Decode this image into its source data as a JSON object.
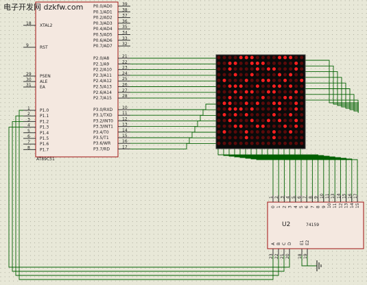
{
  "watermark": "电子开发网 dzkfw.com",
  "mcu": {
    "part": "AT89C51",
    "top_pins": [
      {
        "name": "P0.0/AD0",
        "num": "39"
      },
      {
        "name": "P0.1/AD1",
        "num": "38"
      },
      {
        "name": "P0.2/AD2",
        "num": "37"
      },
      {
        "name": "P0.3/AD3",
        "num": "36"
      },
      {
        "name": "P0.4/AD4",
        "num": "35"
      },
      {
        "name": "P0.5/AD5",
        "num": "34"
      },
      {
        "name": "P0.6/AD6",
        "num": "33"
      },
      {
        "name": "P0.7/AD7",
        "num": "32"
      }
    ],
    "p2_pins": [
      {
        "name": "P2.0/A8",
        "num": "21"
      },
      {
        "name": "P2.1/A9",
        "num": "22"
      },
      {
        "name": "P2.2/A10",
        "num": "23"
      },
      {
        "name": "P2.3/A11",
        "num": "24"
      },
      {
        "name": "P2.4/A12",
        "num": "25"
      },
      {
        "name": "P2.5/A13",
        "num": "26"
      },
      {
        "name": "P2.6/A14",
        "num": "27"
      },
      {
        "name": "P2.7/A15",
        "num": "28"
      }
    ],
    "p3_pins": [
      {
        "name": "P3.0/RXD",
        "num": "10"
      },
      {
        "name": "P3.1/TXD",
        "num": "11"
      },
      {
        "name": "P3.2/INT0",
        "num": "12"
      },
      {
        "name": "P3.3/INT1",
        "num": "13"
      },
      {
        "name": "P3.4/T0",
        "num": "14"
      },
      {
        "name": "P3.5/T1",
        "num": "15"
      },
      {
        "name": "P3.6/WR",
        "num": "16"
      },
      {
        "name": "P3.7/RD",
        "num": "17"
      }
    ],
    "p1_pins": [
      {
        "name": "P1.0",
        "num": "1"
      },
      {
        "name": "P1.1",
        "num": "2"
      },
      {
        "name": "P1.2",
        "num": "3"
      },
      {
        "name": "P1.3",
        "num": "4"
      },
      {
        "name": "P1.4",
        "num": "5"
      },
      {
        "name": "P1.5",
        "num": "6"
      },
      {
        "name": "P1.6",
        "num": "7"
      },
      {
        "name": "P1.7",
        "num": "8"
      }
    ],
    "ctrl_pins": [
      {
        "name": "XTAL2",
        "num": "18"
      },
      {
        "name": "RST",
        "num": "9"
      },
      {
        "name": "PSEN",
        "num": "29"
      },
      {
        "name": "ALE",
        "num": "30"
      },
      {
        "name": "EA",
        "num": "31"
      }
    ]
  },
  "decoder": {
    "ref": "U2",
    "part": "74159",
    "outputs": [
      "0",
      "1",
      "2",
      "3",
      "4",
      "5",
      "6",
      "7",
      "8",
      "9",
      "10",
      "11",
      "12",
      "13",
      "14",
      "15"
    ],
    "output_nums": [
      "1",
      "2",
      "3",
      "4",
      "5",
      "6",
      "7",
      "8",
      "9",
      "10",
      "11",
      "13",
      "14",
      "15",
      "16",
      "17"
    ],
    "inputs": [
      "A",
      "B",
      "C",
      "D",
      "E1",
      "E2"
    ],
    "input_nums": [
      "23",
      "22",
      "21",
      "20",
      "18",
      "19"
    ]
  },
  "matrix": {
    "rows": 16,
    "cols": 16,
    "colors": {
      "on": "#ff2020",
      "off": "#5a0a0a",
      "body": "#0a0a0a",
      "grid": "#200808"
    }
  },
  "colors": {
    "background": "#e8e8d8",
    "dot": "#9a9a8a",
    "chip_fill": "#f4e8e0",
    "chip_border": "#a01010",
    "wire": "#006000",
    "pin": "#303030"
  }
}
